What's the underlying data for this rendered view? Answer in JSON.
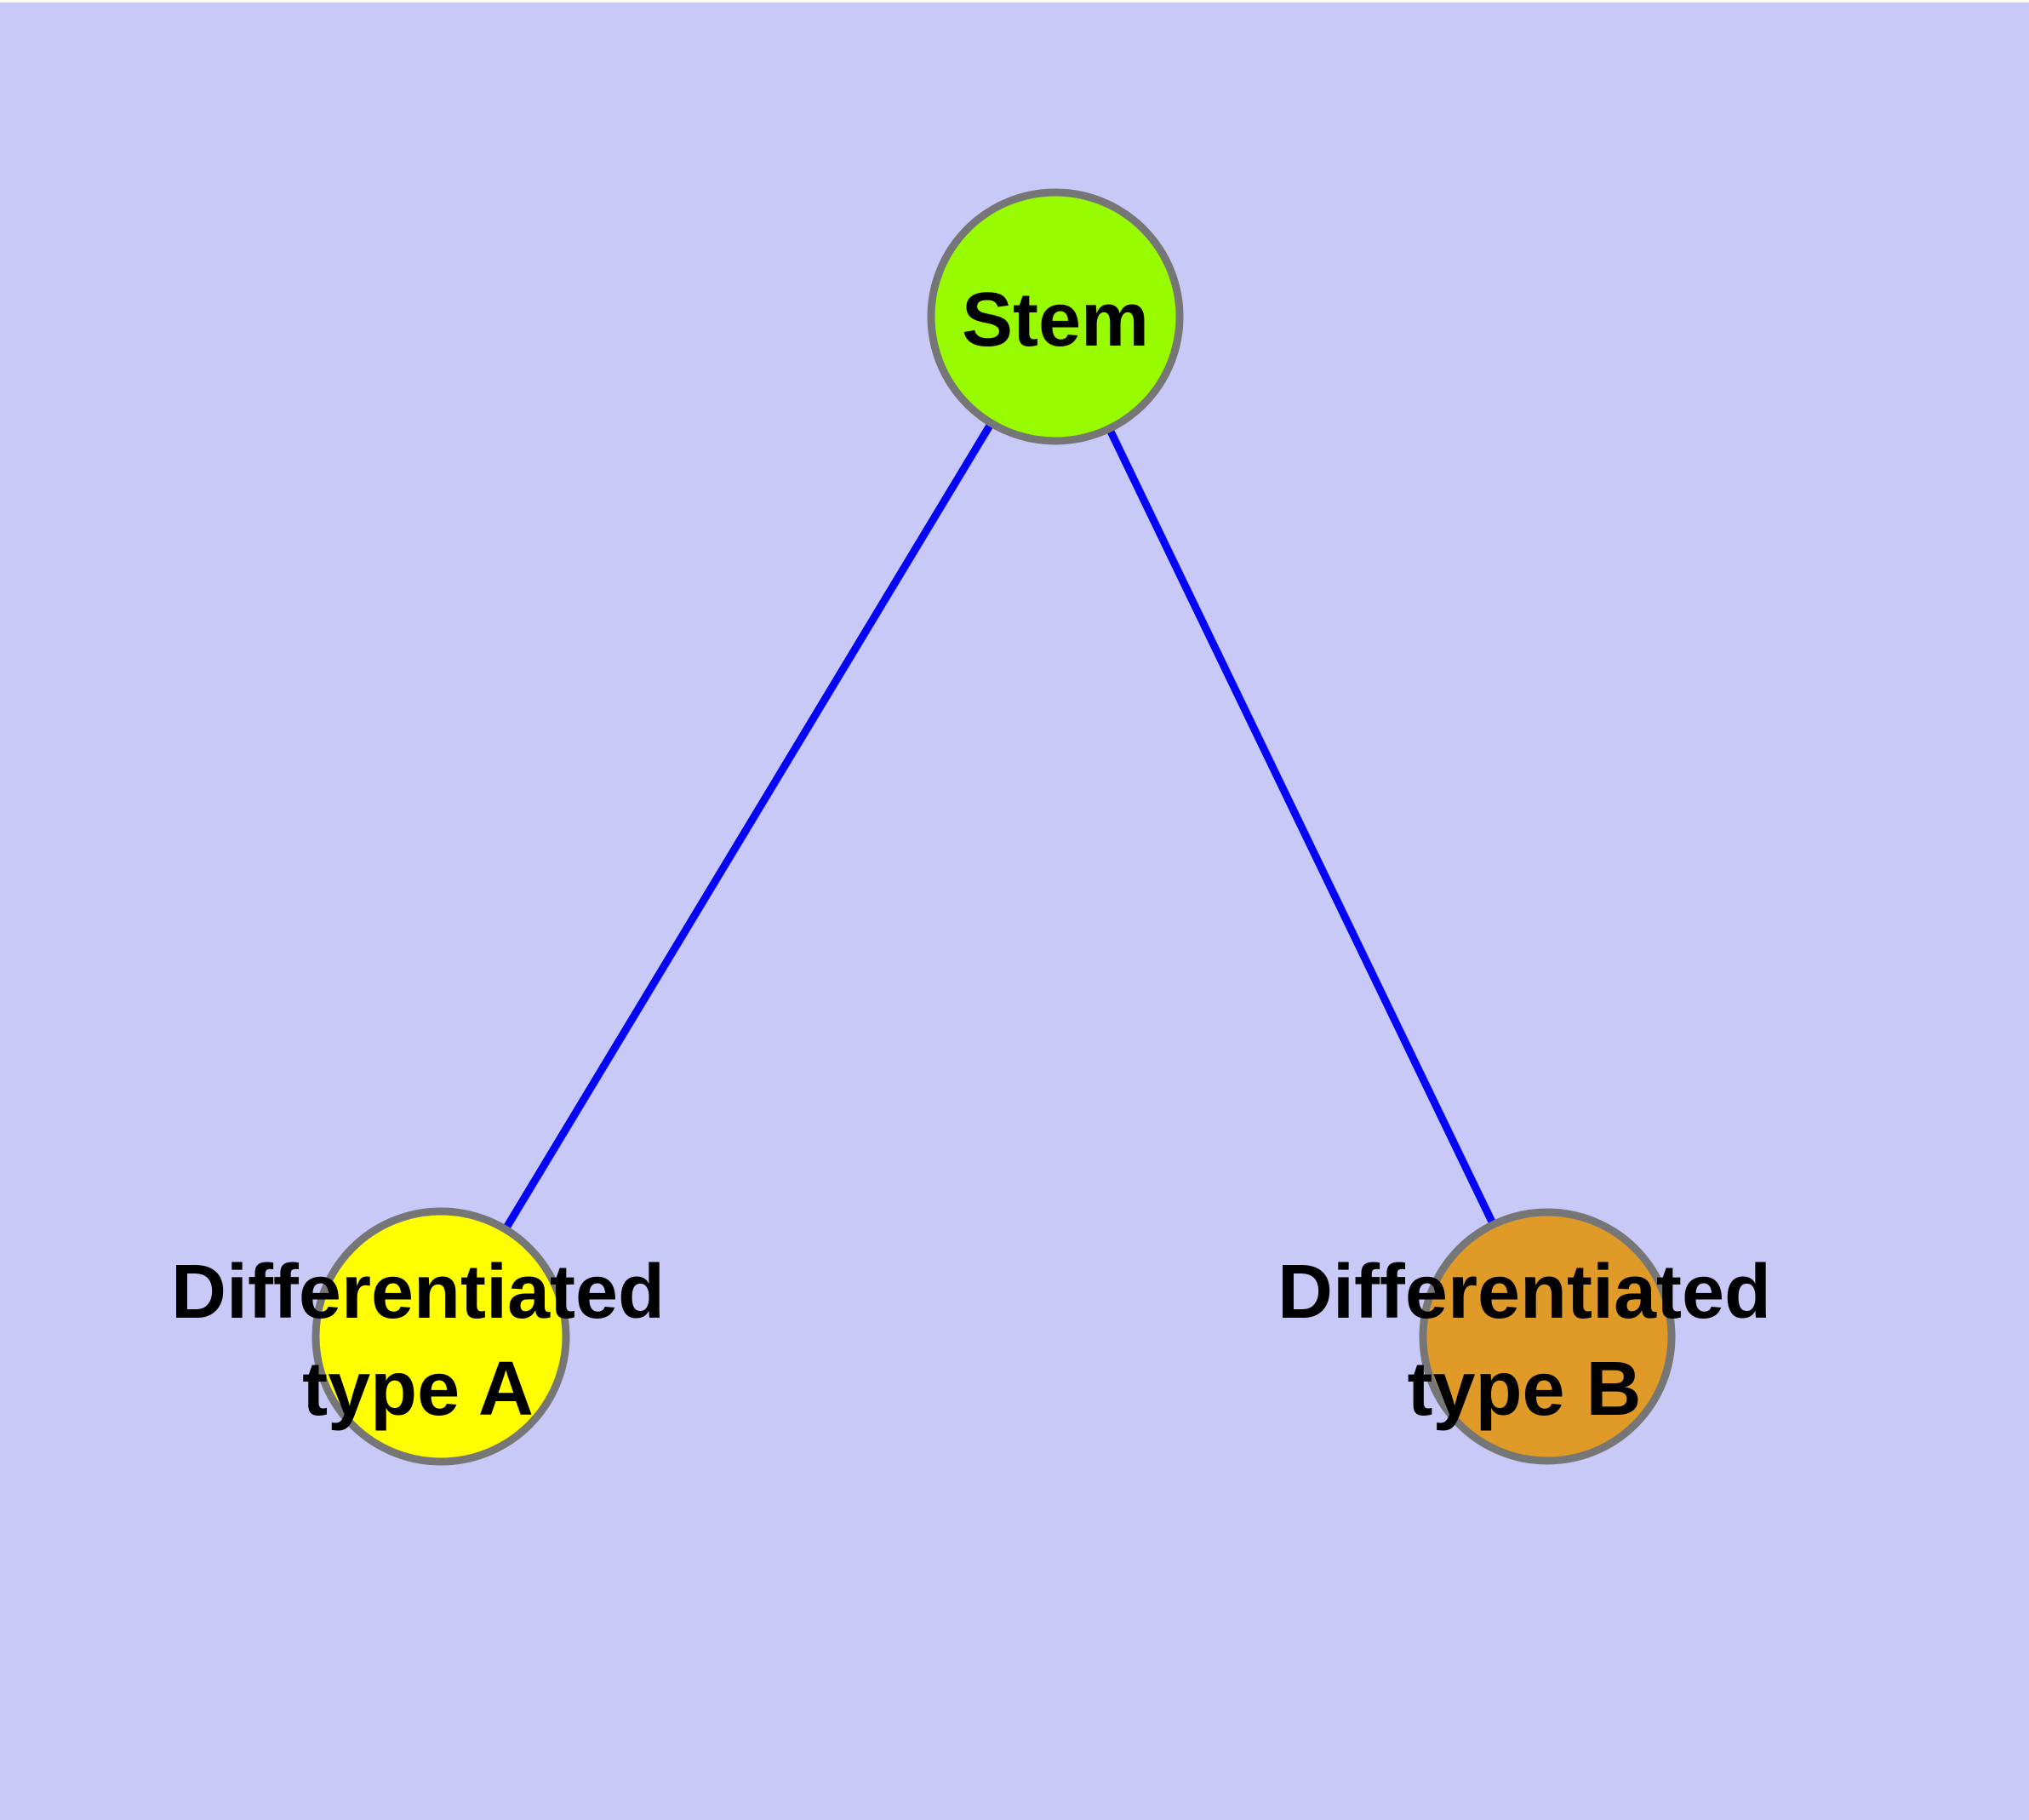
{
  "diagram": {
    "background_color": "#C9C9F7",
    "top_edge_color": "#FDFDFD",
    "edge_color": "#0404F7",
    "node_border_color": "#767676",
    "text_color": "#000000",
    "nodes": [
      {
        "id": "stem",
        "label": "Stem",
        "fill": "#99FB00"
      },
      {
        "id": "differentiated-type-a",
        "label": "Differentiated type A",
        "label_line1": "Differentiated",
        "label_line2": "type A",
        "fill": "#FFFF00"
      },
      {
        "id": "differentiated-type-b",
        "label": "Differentiated type B",
        "label_line1": "Differentiated",
        "label_line2": "type B",
        "fill": "#E09A28"
      }
    ],
    "edges": [
      {
        "from": "Stem",
        "to": "Differentiated type A"
      },
      {
        "from": "Stem",
        "to": "Differentiated type B"
      }
    ]
  }
}
